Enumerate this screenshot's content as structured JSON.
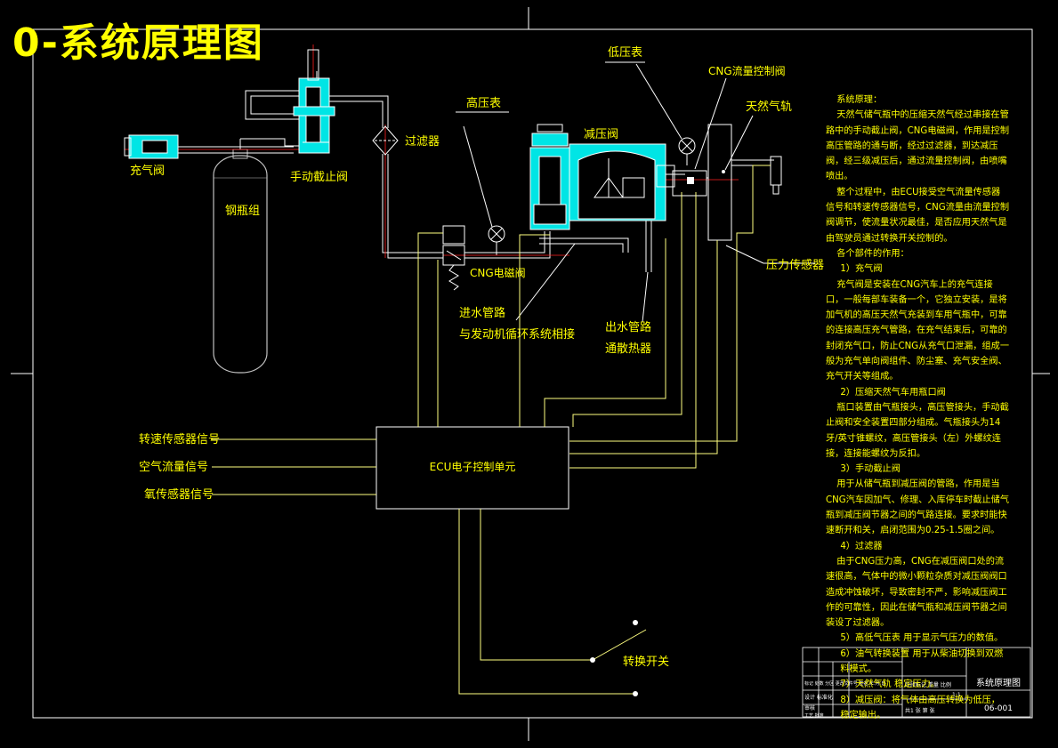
{
  "title": "0-系统原理图",
  "labels": {
    "charge_valve": "充气阀",
    "manual_valve": "手动截止阀",
    "cylinder": "钢瓶组",
    "filter": "过滤器",
    "hp_gauge": "高压表",
    "reducer": "减压阀",
    "lp_gauge": "低压表",
    "flow_valve": "CNG流量控制阀",
    "rail": "天然气轨",
    "solenoid": "CNG电磁阀",
    "pressure_sensor": "压力传感器",
    "water_in_1": "进水管路",
    "water_in_2": "与发动机循环系统相接",
    "water_out_1": "出水管路",
    "water_out_2": "通散热器",
    "speed_signal": "转速传感器信号",
    "air_signal": "空气流量信号",
    "o2_signal": "氧传感器信号",
    "ecu": "ECU电子控制单元",
    "switch": "转换开关"
  },
  "description": [
    {
      "t": "系统原理：",
      "c": "ind"
    },
    {
      "t": "天然气储气瓶中的压缩天然气经过串接在管路中的手动截止阀，CNG电磁阀，作用是控制高压管路的通与断，经过过滤器，到达减压阀，经三级减压后，通过流量控制阀，由喷嘴喷出。",
      "c": "ind"
    },
    {
      "t": "整个过程中，由ECU接受空气流量传感器信号和转速传感器信号，CNG流量由流量控制阀调节，使流量状况最佳，是否应用天然气是由驾驶员通过转换开关控制的。",
      "c": "ind"
    },
    {
      "t": "各个部件的作用：",
      "c": "ind"
    },
    {
      "t": "1）充气阀",
      "c": "sub"
    },
    {
      "t": "充气阀是安装在CNG汽车上的充气连接口，一般每部车装备一个，它独立安装，是将加气机的高压天然气充装到车用气瓶中，可靠的连接高压充气管路，在充气结束后，可靠的封闭充气口，防止CNG从充气口泄漏，组成一般为充气单向阀组件、防尘塞、充气安全阀、充气开关等组成。",
      "c": "ind"
    },
    {
      "t": "2）压缩天然气车用瓶口阀",
      "c": "sub"
    },
    {
      "t": "瓶口装置由气瓶接头，高压管接头，手动截止阀和安全装置四部分组成。气瓶接头为14牙/英寸锥螺纹，高压管接头（左）外螺纹连接，连接能螺纹为反扣。",
      "c": "ind"
    },
    {
      "t": "3）手动截止阀",
      "c": "sub"
    },
    {
      "t": "用于从储气瓶到减压阀的管路，作用是当CNG汽车因加气、修理、入库停车时截止储气瓶到减压阀节器之间的气路连接。要求时能快速断开和关，启闭范围为0.25-1.5圈之间。",
      "c": "ind"
    },
    {
      "t": "4）过滤器",
      "c": "sub"
    },
    {
      "t": "由于CNG压力高，CNG在减压阀口处的流速很高，气体中的微小颗粒杂质对减压阀阀口造成冲蚀破坏，导致密封不严，影响减压阀工作的可靠性，因此在储气瓶和减压阀节器之间装设了过滤器。",
      "c": "ind"
    },
    {
      "t": "5）高低气压表 用于显示气压力的数值。",
      "c": "sub"
    },
    {
      "t": "6）油气转换装置 用于从柴油切换到双燃料模式。",
      "c": "sub"
    },
    {
      "t": "7）天然气轨 稳定压力。",
      "c": "sub"
    },
    {
      "t": "8）减压阀：将气体由高压转换为低压，稳定输出。",
      "c": "sub"
    }
  ],
  "title_block": {
    "name": "系统原理图",
    "code": "06-001",
    "scale": "1:1",
    "sheet": "共1 张  第 张",
    "mark_row": "阶段标记  重量  比例",
    "r1": "标记 处数 分区 更改文件号 签名 年.月.日",
    "r2": "设计    标准化",
    "r3": "审核",
    "r4": "工艺    批准"
  },
  "colors": {
    "frame": "#ffffff",
    "pipe": "#ffffff",
    "hydraulic": "#00e5e5",
    "signal": "#ffff80",
    "text": "#ffff00",
    "cylinder": "#c0c0c0",
    "red": "#ff2020",
    "green": "#00ff00"
  }
}
